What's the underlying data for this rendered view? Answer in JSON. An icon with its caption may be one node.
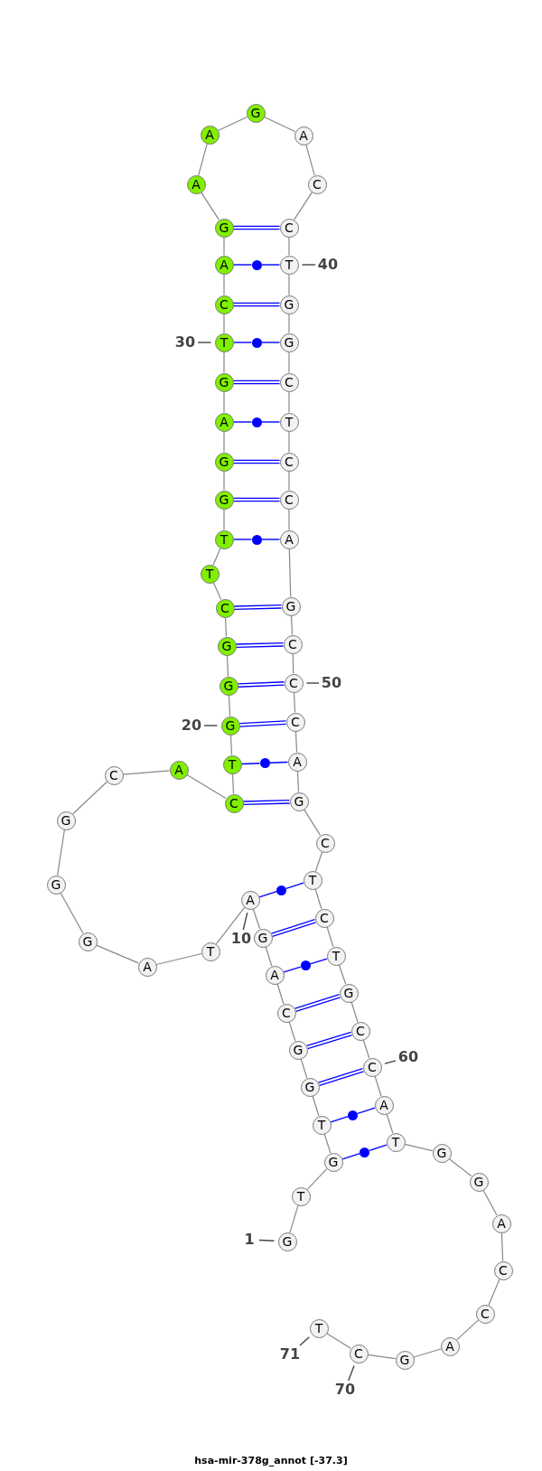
{
  "diagram": {
    "caption": "hsa-mir-378g_annot [-37.3]",
    "nodes": [
      {
        "text": [
          "G"
        ]
      },
      {
        "text": [
          "T"
        ]
      },
      {
        "text": [
          "G"
        ]
      },
      {
        "text": [
          "T"
        ]
      },
      {
        "text": [
          "G"
        ]
      },
      {
        "text": [
          "G"
        ]
      },
      {
        "text": [
          "C"
        ]
      },
      {
        "text": [
          "A"
        ]
      },
      {
        "text": [
          "G"
        ]
      },
      {
        "text": [
          "A"
        ]
      },
      {
        "text": [
          "T"
        ]
      },
      {
        "text": [
          "A"
        ]
      },
      {
        "text": [
          "G"
        ]
      },
      {
        "text": [
          "G"
        ]
      },
      {
        "text": [
          "G"
        ]
      },
      {
        "text": [
          "C"
        ]
      },
      {
        "text": [
          "A"
        ]
      },
      {
        "text": [
          "C"
        ]
      },
      {
        "text": [
          "T"
        ]
      },
      {
        "text": [
          "G"
        ]
      },
      {
        "text": [
          "G"
        ]
      },
      {
        "text": [
          "G"
        ]
      },
      {
        "text": [
          "C"
        ]
      },
      {
        "text": [
          "T"
        ]
      },
      {
        "text": [
          "T"
        ]
      },
      {
        "text": [
          "G"
        ]
      },
      {
        "text": [
          "G"
        ]
      },
      {
        "text": [
          "A"
        ]
      },
      {
        "text": [
          "G"
        ]
      },
      {
        "text": [
          "T"
        ]
      },
      {
        "text": [
          "C"
        ]
      },
      {
        "text": [
          "A"
        ]
      },
      {
        "text": [
          "G"
        ]
      },
      {
        "text": [
          "A"
        ]
      },
      {
        "text": [
          "A"
        ]
      },
      {
        "text": [
          "G"
        ]
      },
      {
        "text": [
          "A"
        ]
      },
      {
        "text": [
          "C"
        ]
      },
      {
        "text": [
          "C"
        ]
      },
      {
        "text": [
          "T"
        ]
      },
      {
        "text": [
          "G"
        ]
      },
      {
        "text": [
          "G"
        ]
      },
      {
        "text": [
          "C"
        ]
      },
      {
        "text": [
          "T"
        ]
      },
      {
        "text": [
          "C"
        ]
      },
      {
        "text": [
          "C"
        ]
      },
      {
        "text": [
          "A"
        ]
      },
      {
        "text": [
          "G"
        ]
      },
      {
        "text": [
          "C"
        ]
      },
      {
        "text": [
          "C"
        ]
      },
      {
        "text": [
          "C"
        ]
      },
      {
        "text": [
          "A"
        ]
      },
      {
        "text": [
          "G"
        ]
      },
      {
        "text": [
          "C"
        ]
      },
      {
        "text": [
          "T"
        ]
      },
      {
        "text": [
          "C"
        ]
      },
      {
        "text": [
          "T"
        ]
      },
      {
        "text": [
          "G"
        ]
      },
      {
        "text": [
          "C"
        ]
      },
      {
        "text": [
          "C"
        ]
      },
      {
        "text": [
          "A"
        ]
      },
      {
        "text": [
          "T"
        ]
      },
      {
        "text": [
          "G"
        ]
      },
      {
        "text": [
          "G"
        ]
      },
      {
        "text": [
          "A"
        ]
      },
      {
        "text": [
          "C"
        ]
      },
      {
        "text": [
          "C"
        ]
      },
      {
        "text": [
          "A"
        ]
      },
      {
        "text": [
          "G"
        ]
      },
      {
        "text": [
          "C"
        ]
      },
      {
        "text": [
          "T"
        ]
      },
      {
        "text": [
          "1"
        ]
      },
      {
        "text": [
          "10"
        ]
      },
      {
        "text": [
          "20"
        ]
      },
      {
        "text": [
          "30"
        ]
      },
      {
        "text": [
          "40"
        ]
      },
      {
        "text": [
          "50"
        ]
      },
      {
        "text": [
          "60"
        ]
      },
      {
        "text": [
          "70"
        ]
      },
      {
        "text": [
          "71"
        ]
      },
      {
        "text": [],
        "shape": "circle"
      },
      {
        "text": [],
        "shape": "circle"
      },
      {
        "text": [],
        "shape": "circle"
      },
      {
        "text": [],
        "shape": "circle"
      },
      {
        "text": [],
        "shape": "circle"
      },
      {
        "text": [],
        "shape": "circle"
      },
      {
        "text": [],
        "shape": "circle"
      },
      {
        "text": [],
        "shape": "circle"
      },
      {
        "text": [],
        "shape": "circle"
      }
    ],
    "edges": [
      {
        "from": 0,
        "to": 1,
        "arrow": "none"
      },
      {
        "from": 1,
        "to": 2,
        "arrow": "none"
      },
      {
        "from": 2,
        "to": 3,
        "arrow": "none"
      },
      {
        "from": 3,
        "to": 4,
        "arrow": "none"
      },
      {
        "from": 4,
        "to": 5,
        "arrow": "none"
      },
      {
        "from": 5,
        "to": 6,
        "arrow": "none"
      },
      {
        "from": 6,
        "to": 7,
        "arrow": "none"
      },
      {
        "from": 7,
        "to": 8,
        "arrow": "none"
      },
      {
        "from": 8,
        "to": 9,
        "arrow": "none"
      },
      {
        "from": 9,
        "to": 10,
        "arrow": "none"
      },
      {
        "from": 10,
        "to": 11,
        "arrow": "none"
      },
      {
        "from": 11,
        "to": 12,
        "arrow": "none"
      },
      {
        "from": 12,
        "to": 13,
        "arrow": "none"
      },
      {
        "from": 13,
        "to": 14,
        "arrow": "none"
      },
      {
        "from": 14,
        "to": 15,
        "arrow": "none"
      },
      {
        "from": 15,
        "to": 16,
        "arrow": "none"
      },
      {
        "from": 16,
        "to": 17,
        "arrow": "none"
      },
      {
        "from": 17,
        "to": 18,
        "arrow": "none"
      },
      {
        "from": 18,
        "to": 19,
        "arrow": "none"
      },
      {
        "from": 19,
        "to": 20,
        "arrow": "none"
      },
      {
        "from": 20,
        "to": 21,
        "arrow": "none"
      },
      {
        "from": 21,
        "to": 22,
        "arrow": "none"
      },
      {
        "from": 22,
        "to": 23,
        "arrow": "none"
      },
      {
        "from": 23,
        "to": 24,
        "arrow": "none"
      },
      {
        "from": 24,
        "to": 25,
        "arrow": "none"
      },
      {
        "from": 25,
        "to": 26,
        "arrow": "none"
      },
      {
        "from": 26,
        "to": 27,
        "arrow": "none"
      },
      {
        "from": 27,
        "to": 28,
        "arrow": "none"
      },
      {
        "from": 28,
        "to": 29,
        "arrow": "none"
      },
      {
        "from": 29,
        "to": 30,
        "arrow": "none"
      },
      {
        "from": 30,
        "to": 31,
        "arrow": "none"
      },
      {
        "from": 31,
        "to": 32,
        "arrow": "none"
      },
      {
        "from": 32,
        "to": 33,
        "arrow": "none"
      },
      {
        "from": 33,
        "to": 34,
        "arrow": "none"
      },
      {
        "from": 34,
        "to": 35,
        "arrow": "none"
      },
      {
        "from": 35,
        "to": 36,
        "arrow": "none"
      },
      {
        "from": 36,
        "to": 37,
        "arrow": "none"
      },
      {
        "from": 37,
        "to": 38,
        "arrow": "none"
      },
      {
        "from": 38,
        "to": 39,
        "arrow": "none"
      },
      {
        "from": 39,
        "to": 40,
        "arrow": "none"
      },
      {
        "from": 40,
        "to": 41,
        "arrow": "none"
      },
      {
        "from": 41,
        "to": 42,
        "arrow": "none"
      },
      {
        "from": 42,
        "to": 43,
        "arrow": "none"
      },
      {
        "from": 43,
        "to": 44,
        "arrow": "none"
      },
      {
        "from": 44,
        "to": 45,
        "arrow": "none"
      },
      {
        "from": 45,
        "to": 46,
        "arrow": "none"
      },
      {
        "from": 46,
        "to": 47,
        "arrow": "none"
      },
      {
        "from": 47,
        "to": 48,
        "arrow": "none"
      },
      {
        "from": 48,
        "to": 49,
        "arrow": "none"
      },
      {
        "from": 49,
        "to": 50,
        "arrow": "none"
      },
      {
        "from": 50,
        "to": 51,
        "arrow": "none"
      },
      {
        "from": 51,
        "to": 52,
        "arrow": "none"
      },
      {
        "from": 52,
        "to": 53,
        "arrow": "none"
      },
      {
        "from": 53,
        "to": 54,
        "arrow": "none"
      },
      {
        "from": 54,
        "to": 55,
        "arrow": "none"
      },
      {
        "from": 55,
        "to": 56,
        "arrow": "none"
      },
      {
        "from": 56,
        "to": 57,
        "arrow": "none"
      },
      {
        "from": 57,
        "to": 58,
        "arrow": "none"
      },
      {
        "from": 58,
        "to": 59,
        "arrow": "none"
      },
      {
        "from": 59,
        "to": 60,
        "arrow": "none"
      },
      {
        "from": 60,
        "to": 61,
        "arrow": "none"
      },
      {
        "from": 61,
        "to": 62,
        "arrow": "none"
      },
      {
        "from": 62,
        "to": 63,
        "arrow": "none"
      },
      {
        "from": 63,
        "to": 64,
        "arrow": "none"
      },
      {
        "from": 64,
        "to": 65,
        "arrow": "none"
      },
      {
        "from": 65,
        "to": 66,
        "arrow": "none"
      },
      {
        "from": 66,
        "to": 67,
        "arrow": "none"
      },
      {
        "from": 67,
        "to": 68,
        "arrow": "none"
      },
      {
        "from": 68,
        "to": 69,
        "arrow": "none"
      },
      {
        "from": 69,
        "to": 70,
        "arrow": "none"
      },
      {
        "from": 32,
        "to": 38,
        "arrow": "none",
        "color": "#0000ff"
      },
      {
        "from": 31,
        "to": 80,
        "arrow": "none",
        "color": "#0000ff"
      },
      {
        "from": 80,
        "to": 39,
        "arrow": "none",
        "color": "#0000ff"
      },
      {
        "from": 30,
        "to": 40,
        "arrow": "none",
        "color": "#0000ff"
      },
      {
        "from": 29,
        "to": 81,
        "arrow": "none",
        "color": "#0000ff"
      },
      {
        "from": 81,
        "to": 41,
        "arrow": "none",
        "color": "#0000ff"
      },
      {
        "from": 28,
        "to": 42,
        "arrow": "none",
        "color": "#0000ff"
      },
      {
        "from": 27,
        "to": 82,
        "arrow": "none",
        "color": "#0000ff"
      },
      {
        "from": 82,
        "to": 43,
        "arrow": "none",
        "color": "#0000ff"
      },
      {
        "from": 26,
        "to": 44,
        "arrow": "none",
        "color": "#0000ff"
      },
      {
        "from": 25,
        "to": 45,
        "arrow": "none",
        "color": "#0000ff"
      },
      {
        "from": 24,
        "to": 83,
        "arrow": "none",
        "color": "#0000ff"
      },
      {
        "from": 83,
        "to": 46,
        "arrow": "none",
        "color": "#0000ff"
      },
      {
        "from": 22,
        "to": 47,
        "arrow": "none",
        "color": "#0000ff"
      },
      {
        "from": 21,
        "to": 48,
        "arrow": "none",
        "color": "#0000ff"
      },
      {
        "from": 20,
        "to": 49,
        "arrow": "none",
        "color": "#0000ff"
      },
      {
        "from": 19,
        "to": 50,
        "arrow": "none",
        "color": "#0000ff"
      },
      {
        "from": 18,
        "to": 84,
        "arrow": "none",
        "color": "#0000ff"
      },
      {
        "from": 84,
        "to": 51,
        "arrow": "none",
        "color": "#0000ff"
      },
      {
        "from": 17,
        "to": 52,
        "arrow": "none",
        "color": "#0000ff"
      },
      {
        "from": 9,
        "to": 85,
        "arrow": "none",
        "color": "#0000ff"
      },
      {
        "from": 85,
        "to": 54,
        "arrow": "none",
        "color": "#0000ff"
      },
      {
        "from": 8,
        "to": 55,
        "arrow": "none",
        "color": "#0000ff"
      },
      {
        "from": 7,
        "to": 86,
        "arrow": "none",
        "color": "#0000ff"
      },
      {
        "from": 86,
        "to": 56,
        "arrow": "none",
        "color": "#0000ff"
      },
      {
        "from": 6,
        "to": 57,
        "arrow": "none",
        "color": "#0000ff"
      },
      {
        "from": 5,
        "to": 58,
        "arrow": "none",
        "color": "#0000ff"
      },
      {
        "from": 4,
        "to": 59,
        "arrow": "none",
        "color": "#0000ff"
      },
      {
        "from": 3,
        "to": 87,
        "arrow": "none",
        "color": "#0000ff"
      },
      {
        "from": 87,
        "to": 60,
        "arrow": "none",
        "color": "#0000ff"
      },
      {
        "from": 2,
        "to": 88,
        "arrow": "none",
        "color": "#0000ff"
      },
      {
        "from": 88,
        "to": 61,
        "arrow": "none",
        "color": "#0000ff"
      },
      {
        "from": 71,
        "to": 0,
        "arrow": "none",
        "color": "#444444"
      },
      {
        "from": 72,
        "to": 9,
        "arrow": "none",
        "color": "#444444"
      },
      {
        "from": 73,
        "to": 19,
        "arrow": "none",
        "color": "#444444"
      },
      {
        "from": 74,
        "to": 29,
        "arrow": "none",
        "color": "#444444"
      },
      {
        "from": 75,
        "to": 39,
        "arrow": "none",
        "color": "#444444"
      },
      {
        "from": 76,
        "to": 49,
        "arrow": "none",
        "color": "#444444"
      },
      {
        "from": 77,
        "to": 59,
        "arrow": "none",
        "color": "#444444"
      },
      {
        "from": 78,
        "to": 69,
        "arrow": "none",
        "color": "#444444"
      },
      {
        "from": 79,
        "to": 70,
        "arrow": "none",
        "color": "#444444"
      }
    ]
  }
}
